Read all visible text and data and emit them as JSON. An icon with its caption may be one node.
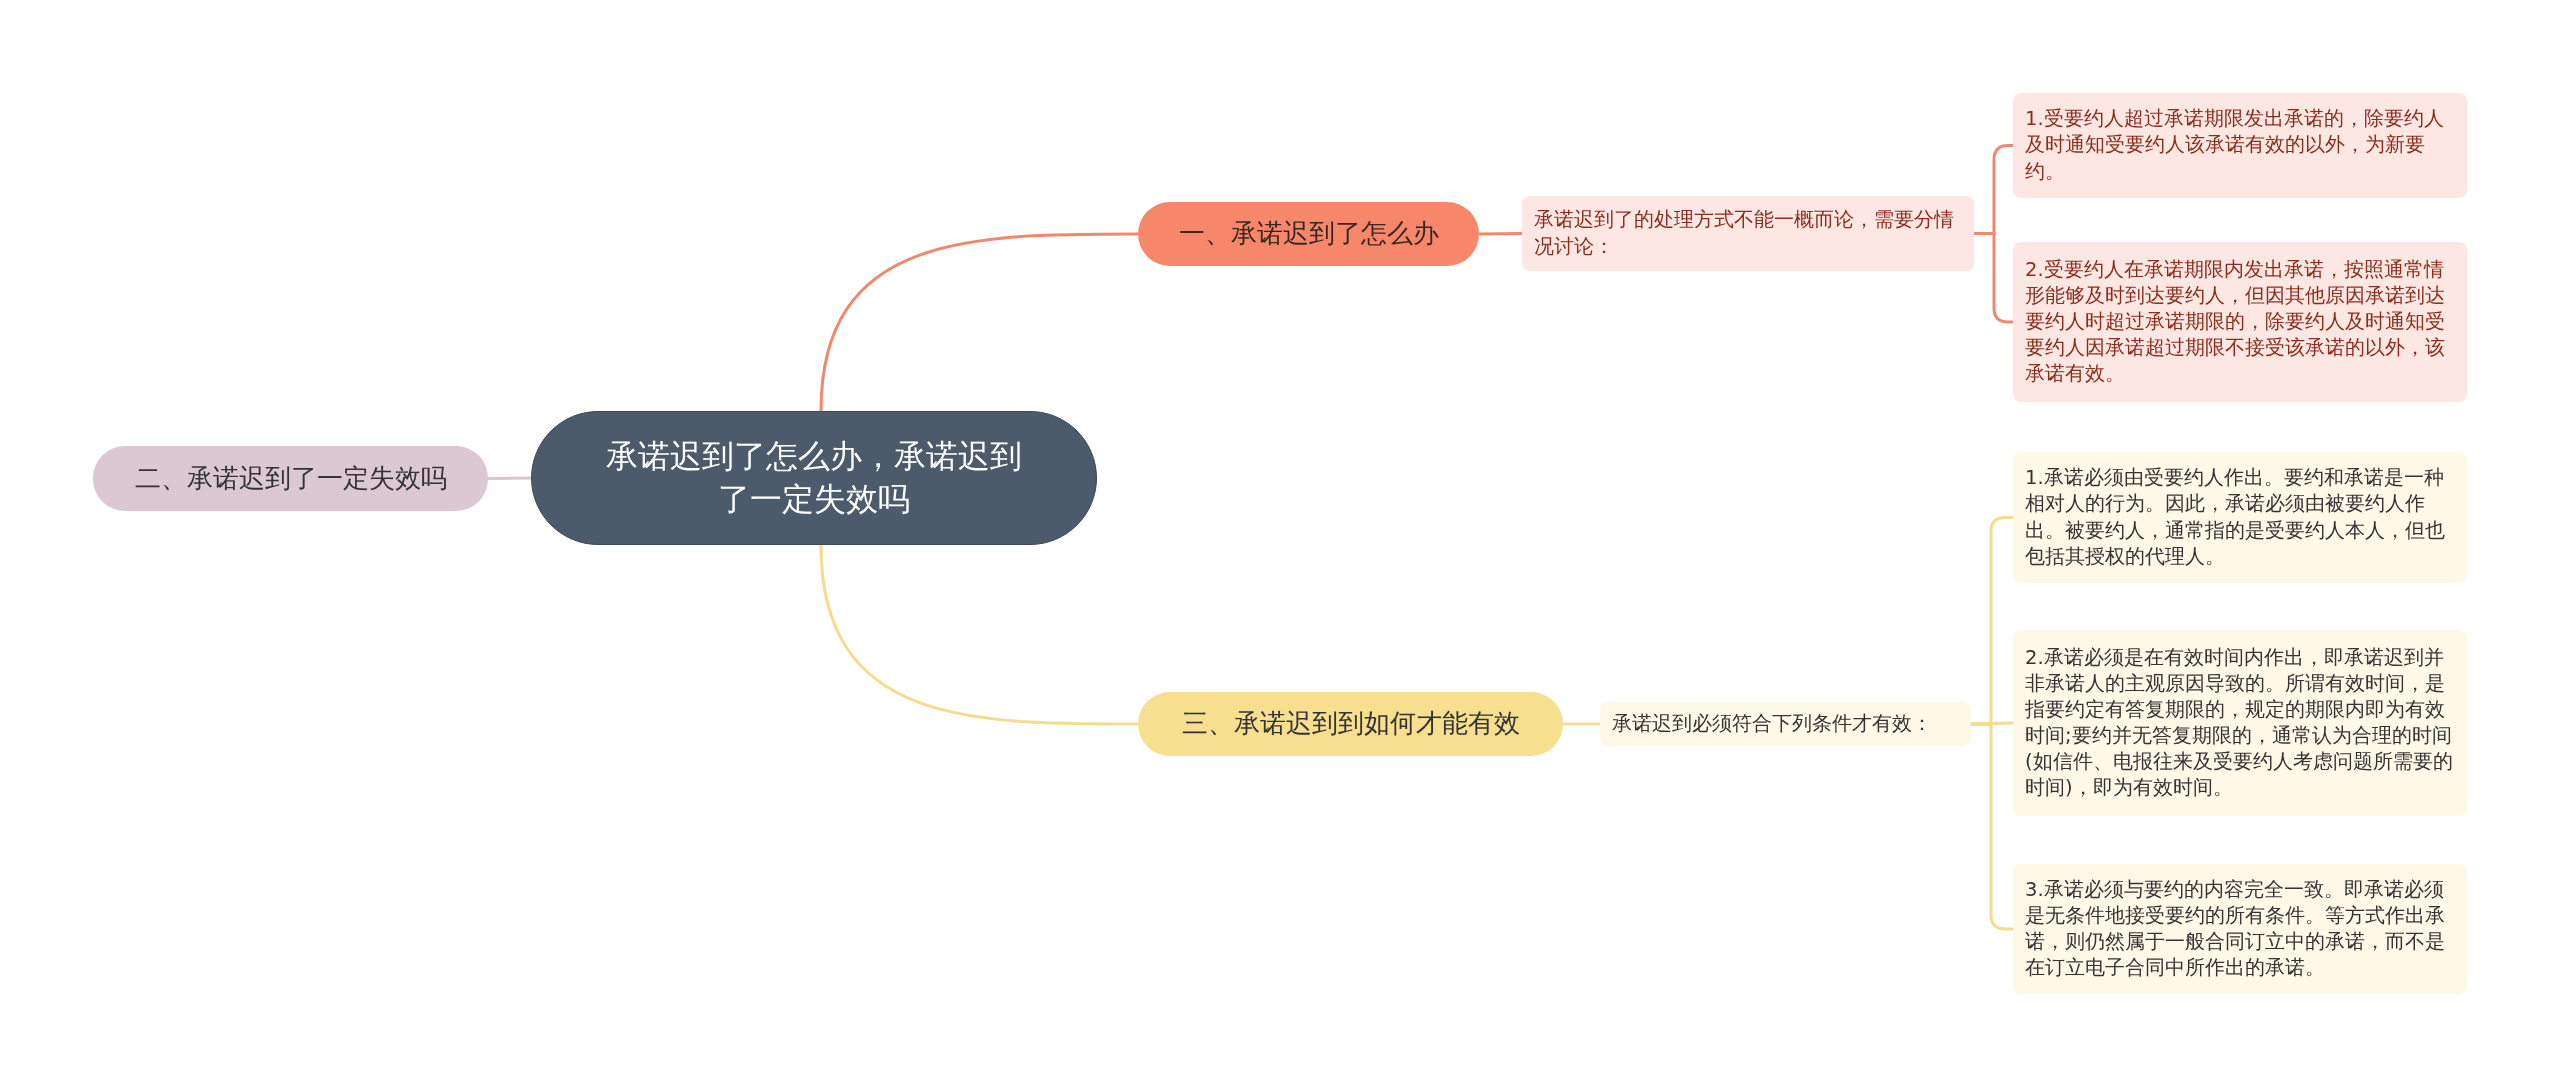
{
  "diagram": {
    "nodes": [
      {
        "text": [
          "承诺迟到了怎么办，承诺迟到了一定失效吗"
        ]
      },
      {
        "text": [
          "一、承诺迟到了怎么办"
        ]
      },
      {
        "text": [
          "承诺迟到了的处理方式不能一概而论，需要分情况讨论："
        ]
      },
      {
        "text": [
          "1.受要约人超过承诺期限发出承诺的，除要约人及时通知受要约人该承诺有效的以外，为新要约。"
        ]
      },
      {
        "text": [
          "2.受要约人在承诺期限内发出承诺，按照通常情形能够及时到达要约人，但因其他原因承诺到达要约人时超过承诺期限的，除要约人及时通知受要约人因承诺超过期限不接受该承诺的以外，该承诺有效。"
        ]
      },
      {
        "text": [
          "二、承诺迟到了一定失效吗"
        ]
      },
      {
        "text": [
          "三、承诺迟到到如何才能有效"
        ]
      },
      {
        "text": [
          "承诺迟到必须符合下列条件才有效："
        ]
      },
      {
        "text": [
          "1.承诺必须由受要约人作出。要约和承诺是一种相对人的行为。因此，承诺必须由被要约人作出。被要约人，通常指的是受要约人本人，但也包括其授权的代理人。"
        ]
      },
      {
        "text": [
          "2.承诺必须是在有效时间内作出，即承诺迟到并非承诺人的主观原因导致的。所谓有效时间，是指要约定有答复期限的，规定的期限内即为有效时间;要约并无答复期限的，通常认为合理的时间(如信件、电报往来及受要约人考虑问题所需要的时间)，即为有效时间。"
        ]
      },
      {
        "text": [
          "3.承诺必须与要约的内容完全一致。即承诺必须是无条件地接受要约的所有条件。等方式作出承诺，则仍然属于一般合同订立中的承诺，而不是在订立电子合同中所作出的承诺。"
        ]
      }
    ],
    "edges": [
      {
        "from": 0,
        "to": 1,
        "arrow": "none",
        "color": "#ee8a6c"
      },
      {
        "from": 1,
        "to": 2,
        "arrow": "none",
        "color": "#ee8a6c"
      },
      {
        "from": 2,
        "to": 3,
        "arrow": "none",
        "color": "#ee8a6c"
      },
      {
        "from": 2,
        "to": 4,
        "arrow": "none",
        "color": "#ee8a6c"
      },
      {
        "from": 0,
        "to": 5,
        "arrow": "none",
        "color": "#d9c6d0"
      },
      {
        "from": 0,
        "to": 6,
        "arrow": "none",
        "color": "#f3dc8e"
      },
      {
        "from": 6,
        "to": 7,
        "arrow": "none",
        "color": "#f3dc8e"
      },
      {
        "from": 7,
        "to": 8,
        "arrow": "none",
        "color": "#f3dc8e"
      },
      {
        "from": 7,
        "to": 9,
        "arrow": "none",
        "color": "#f3dc8e"
      },
      {
        "from": 7,
        "to": 10,
        "arrow": "none",
        "color": "#f3dc8e"
      }
    ]
  }
}
